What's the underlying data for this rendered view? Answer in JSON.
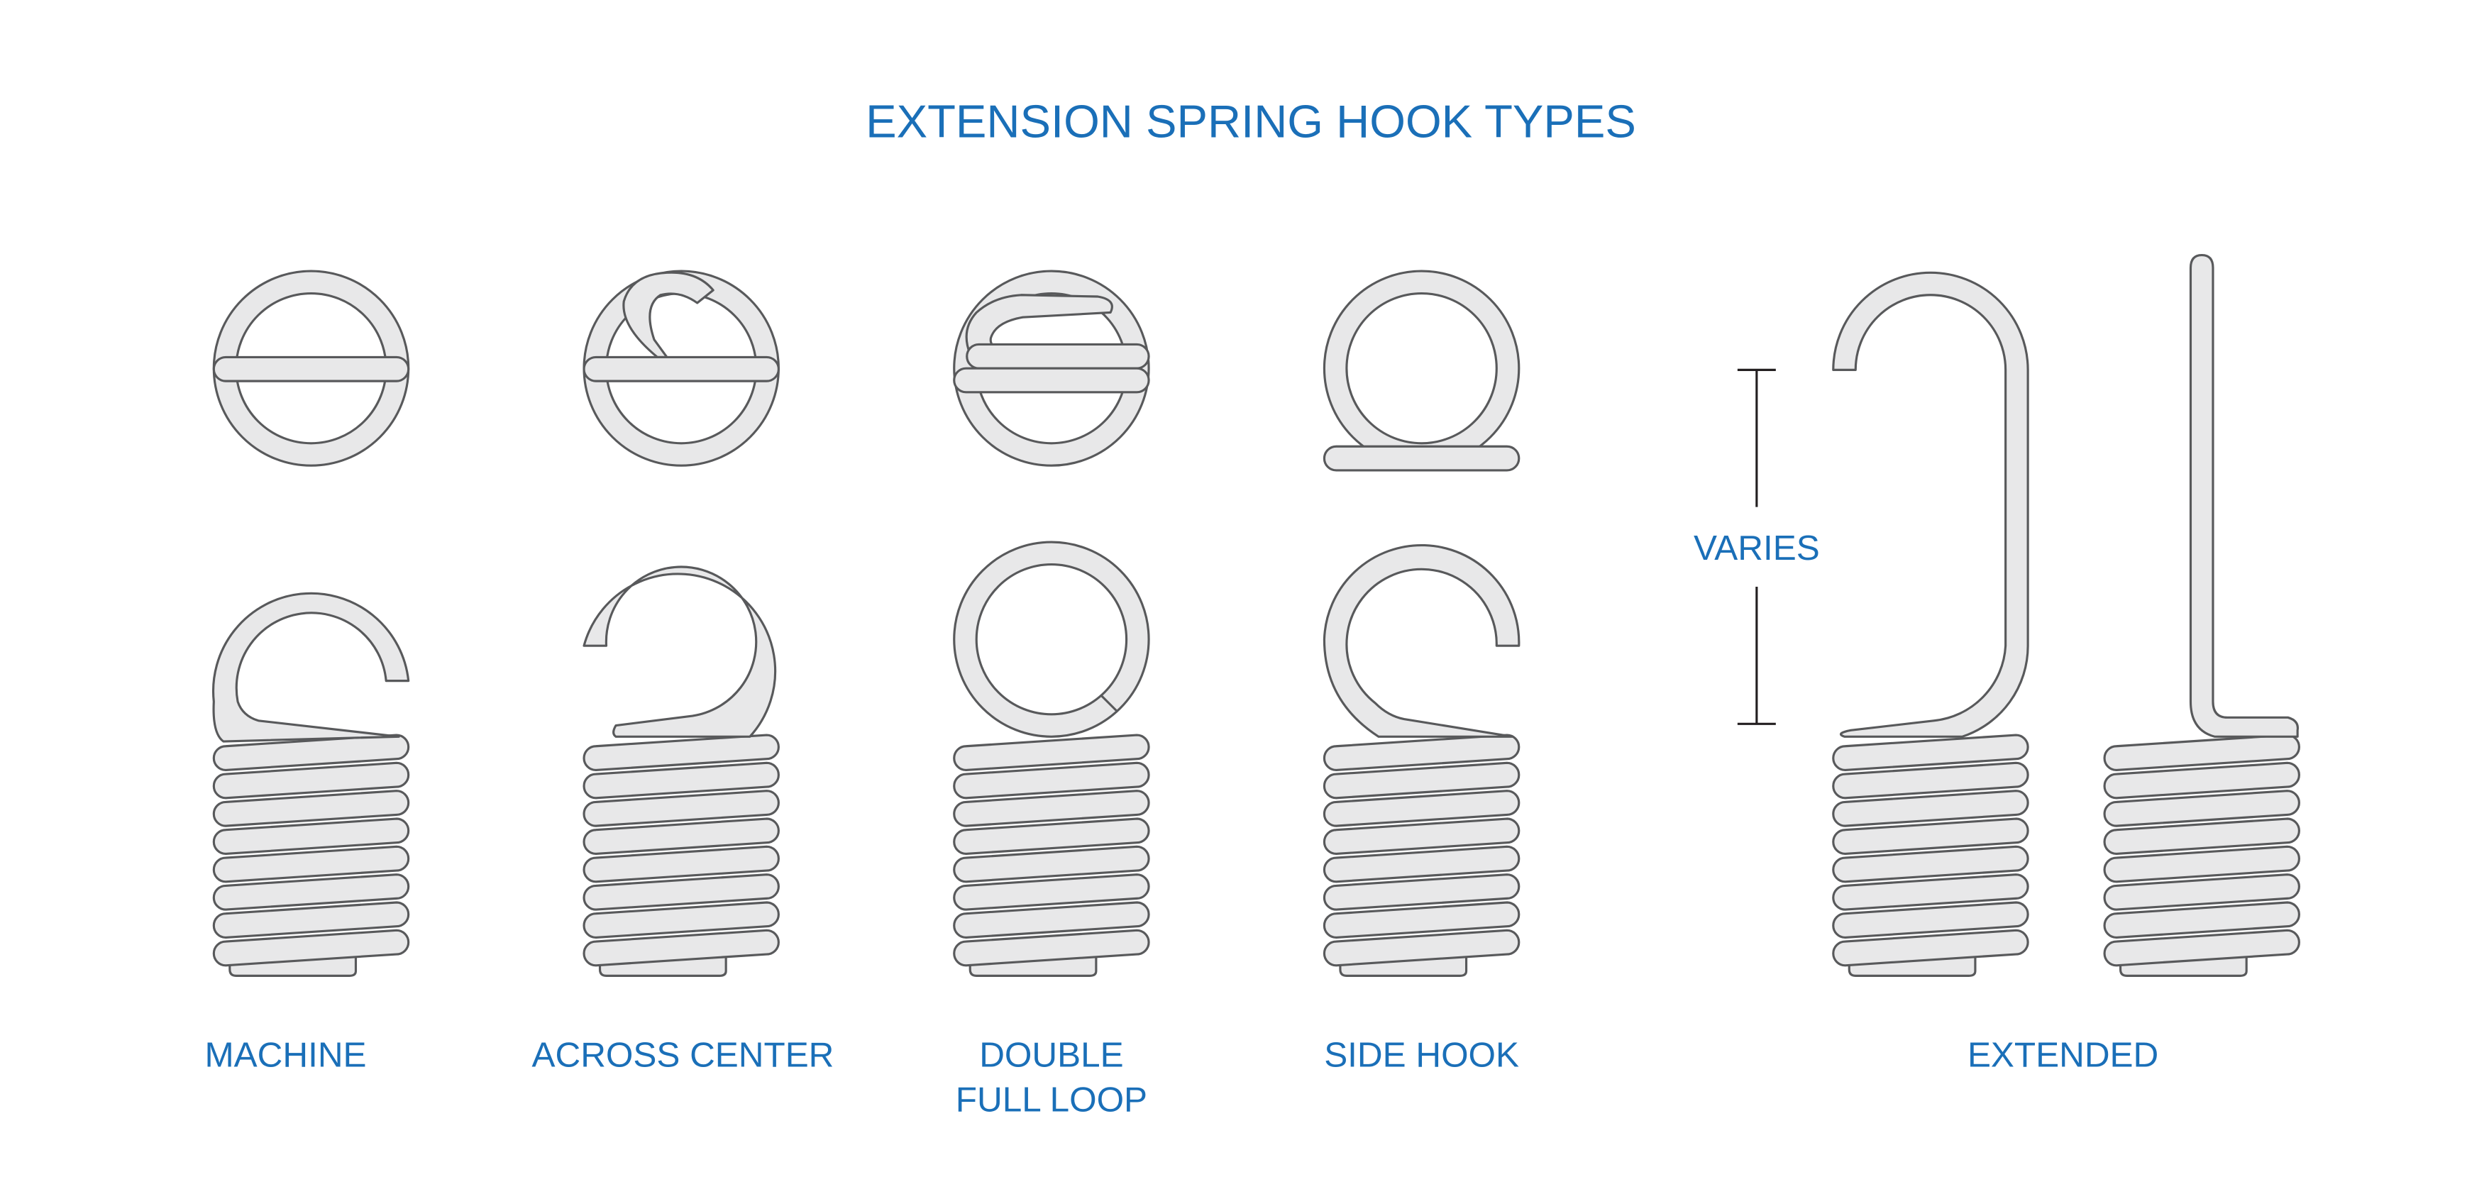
{
  "title": "EXTENSION SPRING HOOK TYPES",
  "dimension_label": "VARIES",
  "labels": {
    "machine": "MACHINE",
    "across_center": "ACROSS CENTER",
    "double_full_loop_line1": "DOUBLE",
    "double_full_loop_line2": "FULL LOOP",
    "side_hook": "SIDE HOOK",
    "extended": "EXTENDED"
  },
  "colors": {
    "accent": "#1a6fb8",
    "wire_fill": "#e8e8e9",
    "wire_stroke": "#58595b",
    "dimension": "#231f20"
  },
  "coil_turns": 8
}
